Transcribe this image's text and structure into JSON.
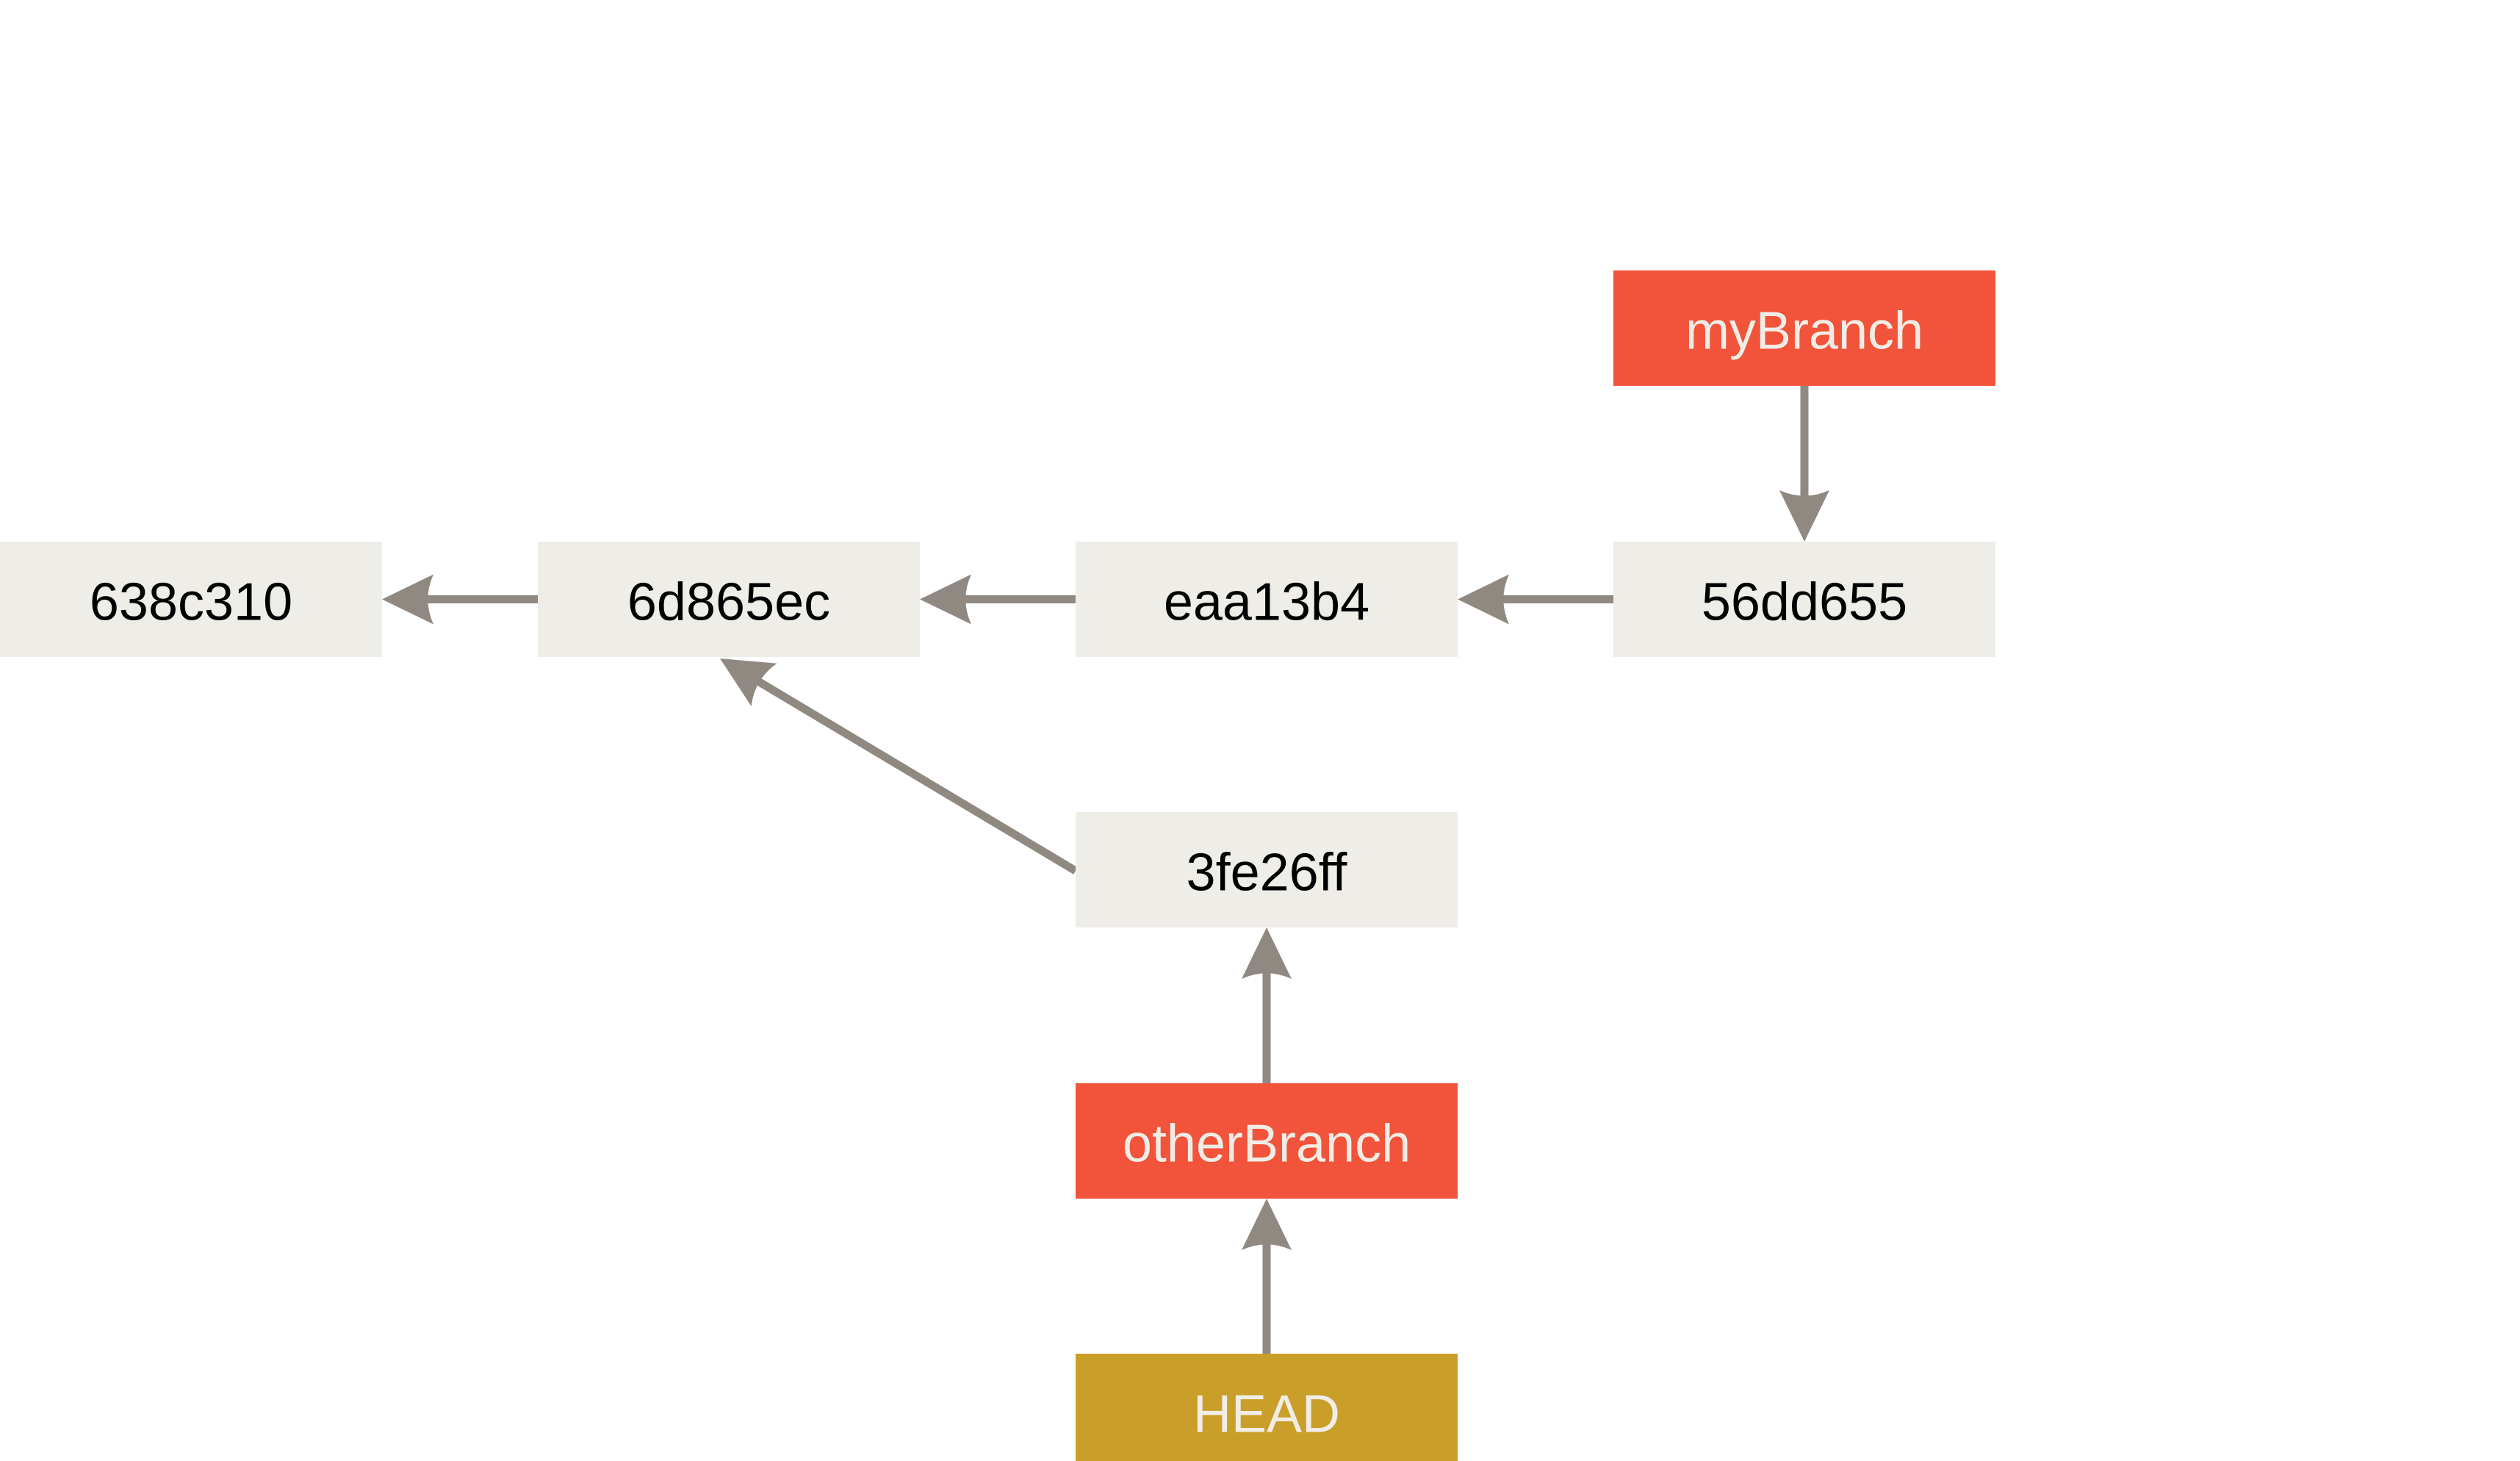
{
  "colors": {
    "commit_fill": "#eeede7",
    "branch_fill": "#f1533b",
    "head_fill": "#c99f29",
    "edge": "#8f8981",
    "commit_text": "#000000",
    "ref_text": "#f1ede6"
  },
  "nodes": [
    {
      "id": "c638c310",
      "label": "638c310",
      "kind": "commit"
    },
    {
      "id": "c6d865ec",
      "label": "6d865ec",
      "kind": "commit"
    },
    {
      "id": "ceaa13b4",
      "label": "eaa13b4",
      "kind": "commit"
    },
    {
      "id": "c56dd655",
      "label": "56dd655",
      "kind": "commit"
    },
    {
      "id": "c3fe26ff",
      "label": "3fe26ff",
      "kind": "commit"
    },
    {
      "id": "myBranch",
      "label": "myBranch",
      "kind": "branch"
    },
    {
      "id": "otherBranch",
      "label": "otherBranch",
      "kind": "branch"
    },
    {
      "id": "HEAD",
      "label": "HEAD",
      "kind": "head"
    }
  ],
  "edges": [
    {
      "from": "c6d865ec",
      "to": "c638c310"
    },
    {
      "from": "ceaa13b4",
      "to": "c6d865ec"
    },
    {
      "from": "c56dd655",
      "to": "ceaa13b4"
    },
    {
      "from": "myBranch",
      "to": "c56dd655"
    },
    {
      "from": "c3fe26ff",
      "to": "c6d865ec"
    },
    {
      "from": "otherBranch",
      "to": "c3fe26ff"
    },
    {
      "from": "HEAD",
      "to": "otherBranch"
    }
  ]
}
